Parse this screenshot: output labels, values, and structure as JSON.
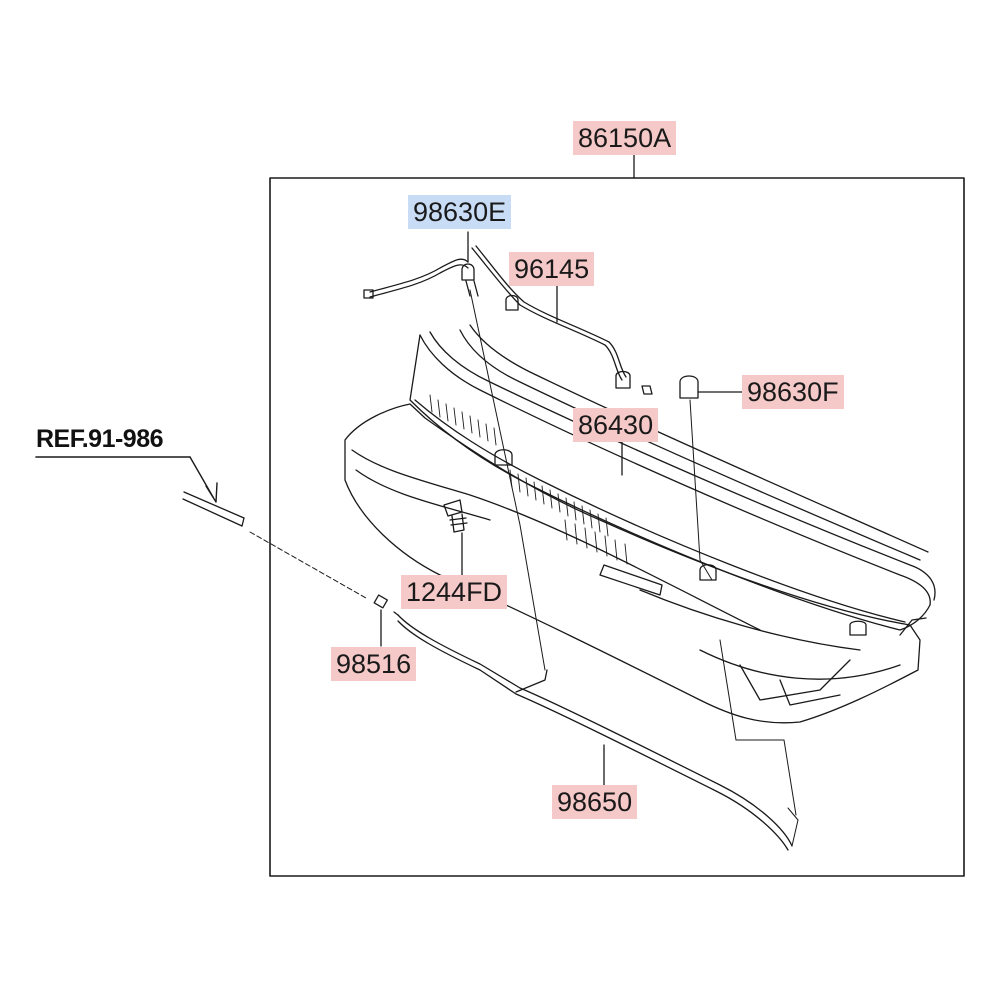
{
  "diagram": {
    "reference": "REF.91-986",
    "assembly_part": "86150A",
    "parts": [
      {
        "id": "98630E",
        "highlight": "blue"
      },
      {
        "id": "96145",
        "highlight": "red"
      },
      {
        "id": "98630F",
        "highlight": "red"
      },
      {
        "id": "86430",
        "highlight": "red"
      },
      {
        "id": "1244FD",
        "highlight": "red"
      },
      {
        "id": "98516",
        "highlight": "red"
      },
      {
        "id": "98650",
        "highlight": "red"
      }
    ],
    "colors": {
      "red_highlight": "#f6c9c9",
      "blue_highlight": "#c9dcf6",
      "line": "#1a1a1a"
    }
  }
}
